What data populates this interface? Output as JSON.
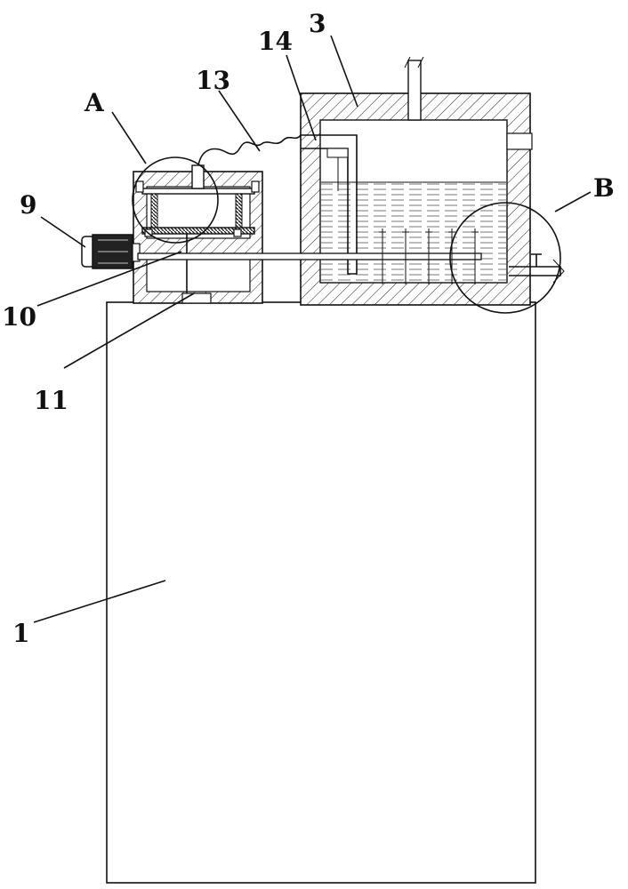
{
  "labels": {
    "A": "A",
    "B": "B",
    "n1": "1",
    "n3": "3",
    "n9": "9",
    "n10": "10",
    "n11": "11",
    "n13": "13",
    "n14": "14"
  }
}
